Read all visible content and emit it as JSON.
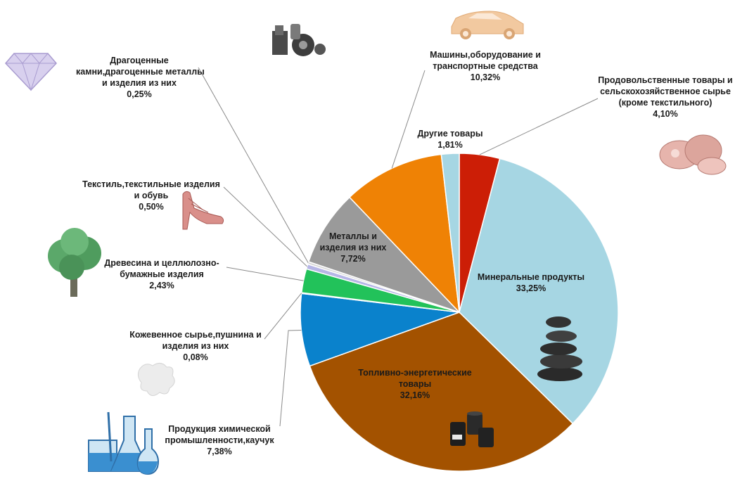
{
  "chart_data": {
    "type": "pie",
    "slices": [
      {
        "name": "Продовольственные товары и сельскохозяйственное сырье (кроме текстильного)",
        "value": 4.1,
        "label_lines": [
          "Продовольственные товары и",
          "сельскохозяйственное сырье",
          "(кроме текстильного)"
        ],
        "value_label": "4,10%",
        "color": "#cc1e06"
      },
      {
        "name": "Минеральные продукты",
        "value": 33.25,
        "label_lines": [
          "Минеральные продукты"
        ],
        "value_label": "33,25%",
        "color": "#a6d6e3"
      },
      {
        "name": "Топливно-энергетические товары",
        "value": 32.16,
        "label_lines": [
          "Топливно-энергетические",
          "товары"
        ],
        "value_label": "32,16%",
        "color": "#a35200"
      },
      {
        "name": "Продукция химической промышленности,каучук",
        "value": 7.38,
        "label_lines": [
          "Продукция химической",
          "промышленности,каучук"
        ],
        "value_label": "7,38%",
        "color": "#0a82cc"
      },
      {
        "name": "Кожевенное сырье,пушнина и изделия из них",
        "value": 0.08,
        "label_lines": [
          "Кожевенное сырье,пушнина и",
          "изделия из них"
        ],
        "value_label": "0,08%",
        "color": "#e8e8e8"
      },
      {
        "name": "Древесина и целлюлозно-бумажные изделия",
        "value": 2.43,
        "label_lines": [
          "Древесина и целлюлозно-",
          "бумажные изделия"
        ],
        "value_label": "2,43%",
        "color": "#22c25a"
      },
      {
        "name": "Текстиль,текстильные изделия и обувь",
        "value": 0.5,
        "label_lines": [
          "Текстиль,текстильные изделия",
          "и обувь"
        ],
        "value_label": "0,50%",
        "color": "#b6b6e6"
      },
      {
        "name": "Драгоценные камни,драгоценные металлы и изделия из них",
        "value": 0.25,
        "label_lines": [
          "Драгоценные",
          "камни,драгоценные металлы",
          "и изделия из них"
        ],
        "value_label": "0,25%",
        "color": "#d6d6d6"
      },
      {
        "name": "Металлы и изделия из них",
        "value": 7.72,
        "label_lines": [
          "Металлы и",
          "изделия из них"
        ],
        "value_label": "7,72%",
        "color": "#9a9a9a"
      },
      {
        "name": "Машины,оборудование и транспортные средства",
        "value": 10.32,
        "label_lines": [
          "Машины,оборудование и",
          "транспортные средства"
        ],
        "value_label": "10,32%",
        "color": "#ef8205"
      },
      {
        "name": "Другие товары",
        "value": 1.81,
        "label_lines": [
          "Другие товары"
        ],
        "value_label": "1,81%",
        "color": "#a6d6e3"
      }
    ],
    "title": "",
    "legend": "none",
    "data_labels": "outside with leader lines; some inside"
  },
  "icons": [
    "car-icon",
    "gear-parts-icon",
    "diamond-icon",
    "meat-icon",
    "high-heel-shoe-icon",
    "tree-icon",
    "stones-icon",
    "leather-hide-icon",
    "oil-barrels-icon",
    "lab-flasks-icon"
  ]
}
